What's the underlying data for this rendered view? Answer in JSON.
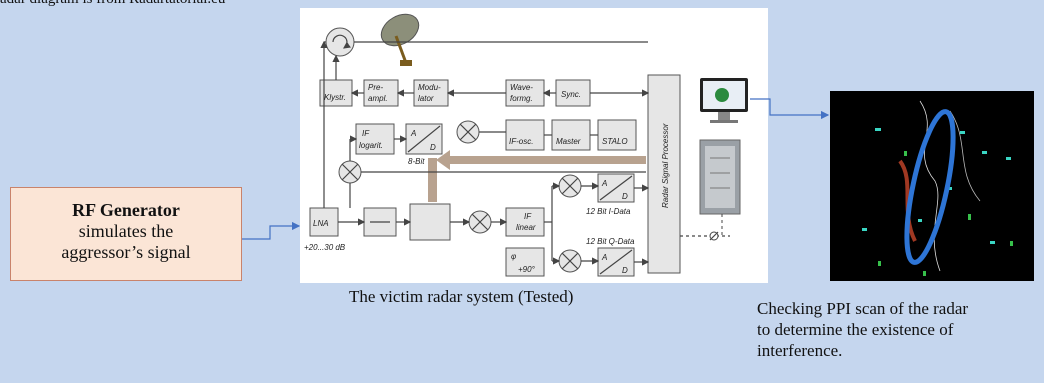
{
  "captions": {
    "top": "adar diagram is from Radartatorial.eu",
    "victim": "The victim radar system (Tested)",
    "ppi_line1": "Checking PPI scan of the radar",
    "ppi_line2": "to determine the existence of",
    "ppi_line3": "interference."
  },
  "rf_generator": {
    "title": "RF Generator",
    "line1": "simulates the",
    "line2": "aggressor’s signal"
  },
  "diagram": {
    "klystr": "Klystr.",
    "pre_ampl_1": "Pre-",
    "pre_ampl_2": "ampl.",
    "modulator_1": "Modu-",
    "modulator_2": "lator",
    "waveform_1": "Wave-",
    "waveform_2": "formg.",
    "sync": "Sync.",
    "if_log_1": "IF",
    "if_log_2": "logarit.",
    "ad": "A",
    "ad_d": "D",
    "bit8": "8-Bit",
    "if_osc": "IF-osc.",
    "master": "Master",
    "stalo": "STALO",
    "lna": "LNA",
    "gain": "+20...30 dB",
    "if_lin_1": "IF",
    "if_lin_2": "linear",
    "idata": "12 Bit I-Data",
    "qdata": "12 Bit Q-Data",
    "phase_1": "φ",
    "phase_2": "+90°",
    "processor": "Radar Signal Processor"
  },
  "colors": {
    "page_bg": "#c5d6ee",
    "rf_fill": "#fbe5d6",
    "rf_border": "#c9836b",
    "connector": "#4472c4",
    "ppi_ellipse": "#2e75d6",
    "bus_arrow": "#b8a28f"
  }
}
